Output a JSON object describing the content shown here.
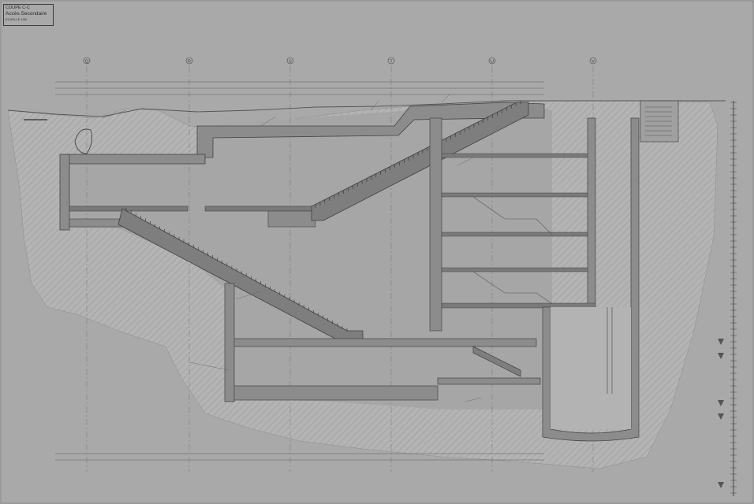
{
  "title_block": {
    "section": "COUPE C-C",
    "subtitle": "Accès Secondaire",
    "scale": "ECHELLE 1/50"
  },
  "grid_axes": [
    "Q",
    "R",
    "S",
    "T",
    "U",
    "V"
  ],
  "colors": {
    "background": "#a9a9a9",
    "line": "#4d4d4d",
    "concrete": "#8a8a8a",
    "wall": "#6b6b6b",
    "ground": "#b7b7b7",
    "void": "#bfbfbf"
  }
}
